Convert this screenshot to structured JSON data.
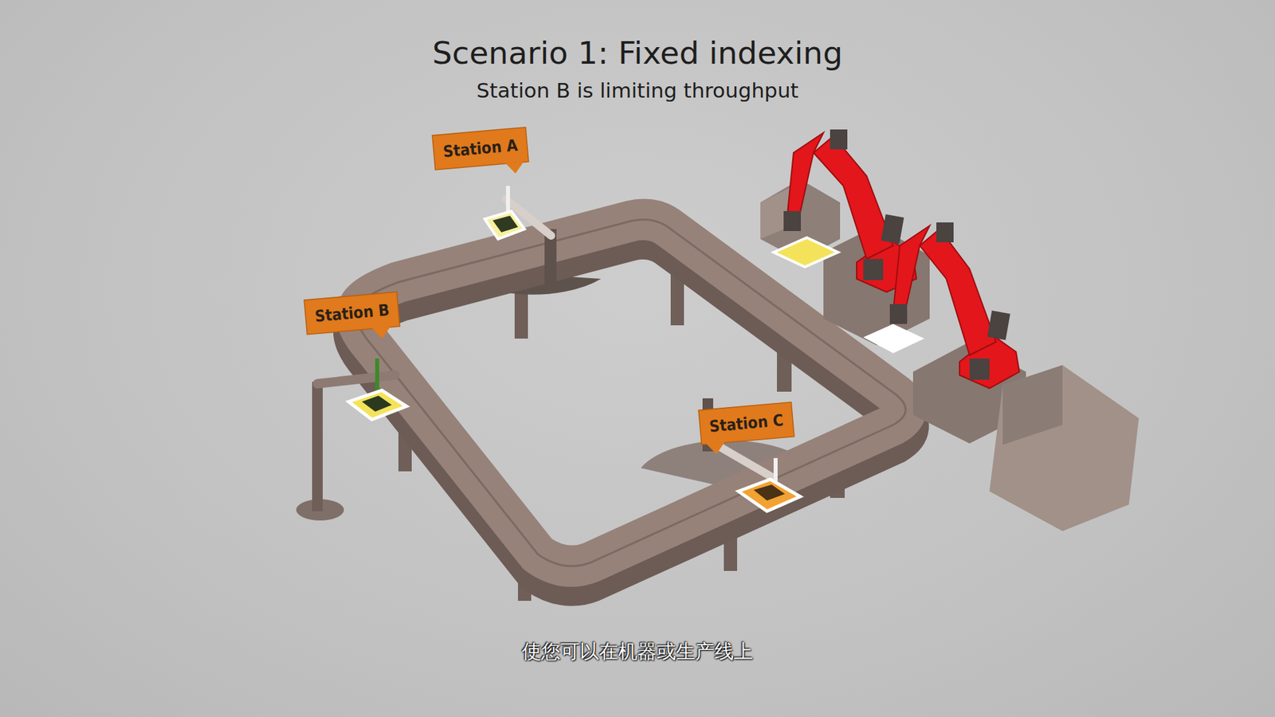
{
  "diagram": {
    "title": "Scenario 1: Fixed indexing",
    "nodes": [
      {
        "text": [
          "Station A"
        ]
      },
      {
        "text": [
          "Station B"
        ]
      },
      {
        "text": [
          "Station C"
        ]
      }
    ],
    "labels": [
      "Station B is limiting throughput",
      "使您可以在机器或生产线上"
    ]
  }
}
